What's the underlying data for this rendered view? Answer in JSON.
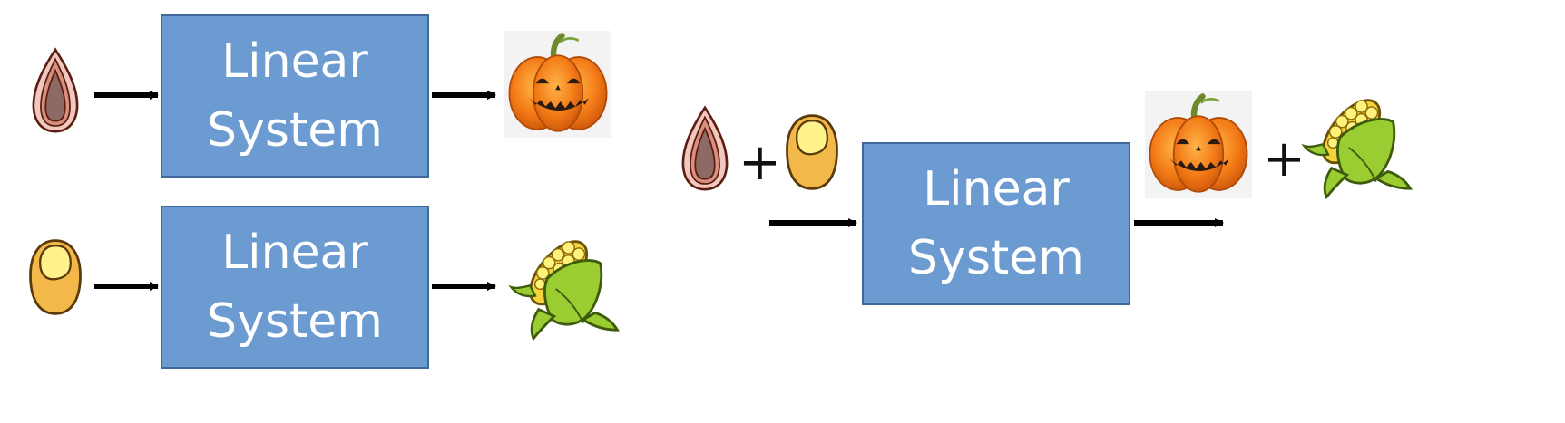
{
  "boxes": {
    "top_left": {
      "line1": "Linear",
      "line2": "System"
    },
    "bottom_left": {
      "line1": "Linear",
      "line2": "System"
    },
    "right": {
      "line1": "Linear",
      "line2": "System"
    }
  },
  "operators": {
    "input_plus": "+",
    "output_plus": "+"
  },
  "icons": {
    "top_input": "pumpkin-seed-icon",
    "top_output": "pumpkin-icon",
    "bottom_input": "corn-kernel-icon",
    "bottom_output": "corn-cob-icon",
    "right_input_a": "pumpkin-seed-icon",
    "right_input_b": "corn-kernel-icon",
    "right_output_a": "pumpkin-icon",
    "right_output_b": "corn-cob-icon"
  },
  "colors": {
    "box_fill": "#6b9bd1",
    "box_border": "#41689a",
    "arrow": "#000000",
    "pumpkin": "#f07d1e",
    "corn": "#f5c542",
    "husk": "#8cc63f"
  }
}
